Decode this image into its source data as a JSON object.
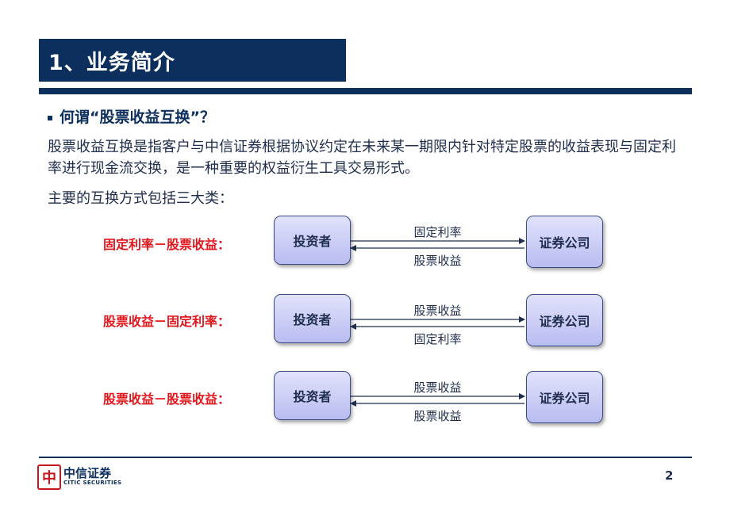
{
  "slide": {
    "title": "1、业务简介",
    "subhead": "何谓“股票收益互换”？",
    "paragraph1": "股票收益互换是指客户与中信证券根据协议约定在未来某一期限内针对特定股票的收益表现与固定利率进行现金流交换，是一种重要的权益衍生工具交易形式。",
    "paragraph2": "主要的互换方式包括三大类："
  },
  "rows": [
    {
      "label": "固定利率－股票收益：",
      "left_node": "投资者",
      "right_node": "证券公司",
      "top_arrow": "固定利率",
      "bottom_arrow": "股票收益"
    },
    {
      "label": "股票收益－固定利率：",
      "left_node": "投资者",
      "right_node": "证券公司",
      "top_arrow": "股票收益",
      "bottom_arrow": "固定利率"
    },
    {
      "label": "股票收益－股票收益：",
      "left_node": "投资者",
      "right_node": "证券公司",
      "top_arrow": "股票收益",
      "bottom_arrow": "股票收益"
    }
  ],
  "footer": {
    "logo_cn": "中信证券",
    "logo_en": "CITIC SECURITIES",
    "page_number": "2"
  },
  "colors": {
    "navy": "#0d2f5e",
    "label_red": "#e3161c",
    "node_fill": "#c9cbf4"
  }
}
